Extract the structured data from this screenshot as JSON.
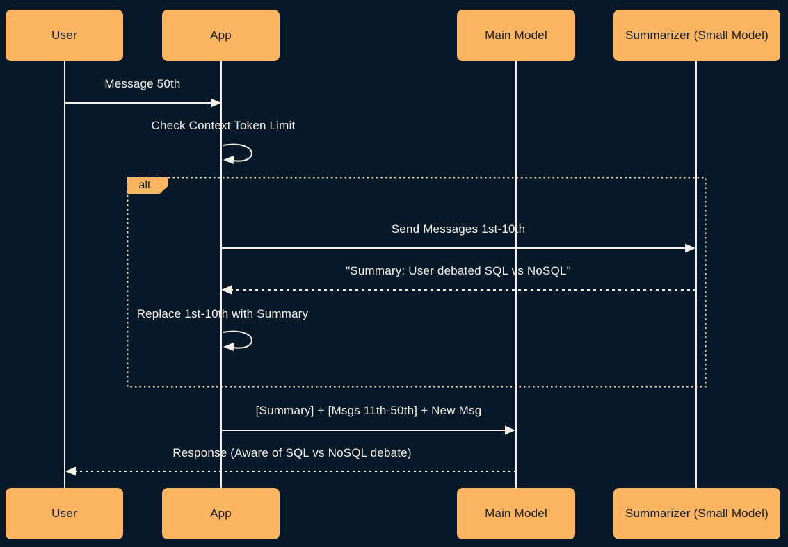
{
  "diagram": {
    "type": "sequence-diagram",
    "actors": [
      {
        "name": "User"
      },
      {
        "name": "App"
      },
      {
        "name": "Main Model"
      },
      {
        "name": "Summarizer (Small Model)"
      }
    ],
    "messages": [
      {
        "from": "User",
        "to": "App",
        "label": "Message 50th",
        "style": "solid-arrow"
      },
      {
        "from": "App",
        "to": "App",
        "label": "Check Context Token Limit",
        "style": "self-loop"
      },
      {
        "from": "App",
        "to": "Summarizer (Small Model)",
        "label": "Send Messages 1st-10th",
        "style": "solid-arrow"
      },
      {
        "from": "Summarizer (Small Model)",
        "to": "App",
        "label": "\"Summary: User debated SQL vs NoSQL\"",
        "style": "dashed-arrow"
      },
      {
        "from": "App",
        "to": "App",
        "label": "Replace 1st-10th with Summary",
        "style": "self-loop"
      },
      {
        "from": "App",
        "to": "Main Model",
        "label": "[Summary] + [Msgs 11th-50th] + New Msg",
        "style": "solid-arrow"
      },
      {
        "from": "Main Model",
        "to": "User",
        "label": "Response (Aware of SQL vs NoSQL debate)",
        "style": "dashed-arrow"
      }
    ],
    "fragment": {
      "label": "alt"
    },
    "colors": {
      "background": "#071929",
      "actor_fill": "#FBB45F",
      "actor_text": "#14202E",
      "line": "#F5F1E8",
      "message_text": "#F5F1E8",
      "fragment_border": "#EAD9AC"
    }
  }
}
